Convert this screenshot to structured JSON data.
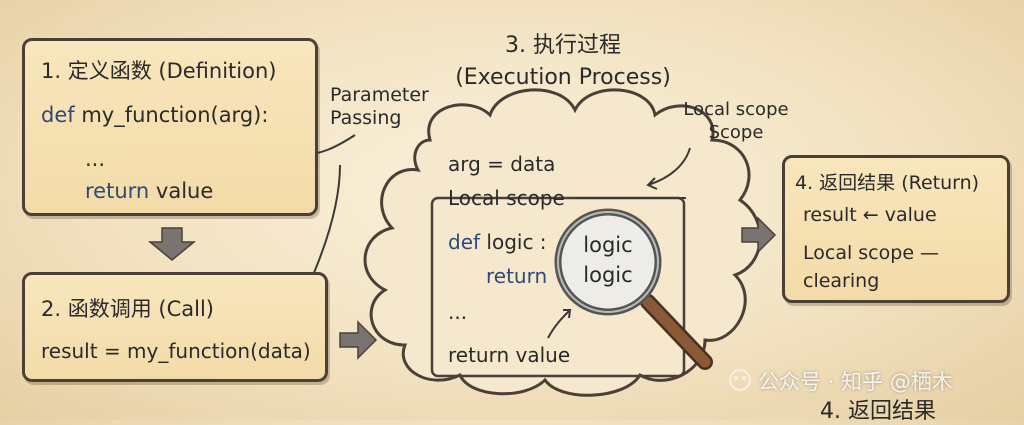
{
  "definition": {
    "title": "1. 定义函数 (Definition)",
    "kw_def": "def",
    "signature": " my_function(arg):",
    "ellipsis": "...",
    "kw_return": "return",
    "return_value": " value"
  },
  "parameter_label": {
    "line1": "Parameter",
    "line2": "Passing"
  },
  "call": {
    "title": "2. 函数调用 (Call)",
    "code": "result = my_function(data)"
  },
  "execution": {
    "title_line1": "3. 执行过程",
    "title_line2": "(Execution Process)",
    "scope_label_line1": "Local scope",
    "scope_label_line2": "Scope",
    "assign": "arg = data",
    "local_scope": "Local scope",
    "kw_def": "def",
    "logic_sig": " logic :",
    "kw_return": "return",
    "ellipsis": "...",
    "return_line": "return value",
    "magnifier_line1": "logic",
    "magnifier_line2": "logic"
  },
  "return_box": {
    "title": "4. 返回结果 (Return)",
    "line1": "result ← value",
    "line2": "Local scope —",
    "line3": "clearing"
  },
  "watermark": "公众号 · 知乎 @栖木",
  "bottom_caption": "4. 返回结果"
}
